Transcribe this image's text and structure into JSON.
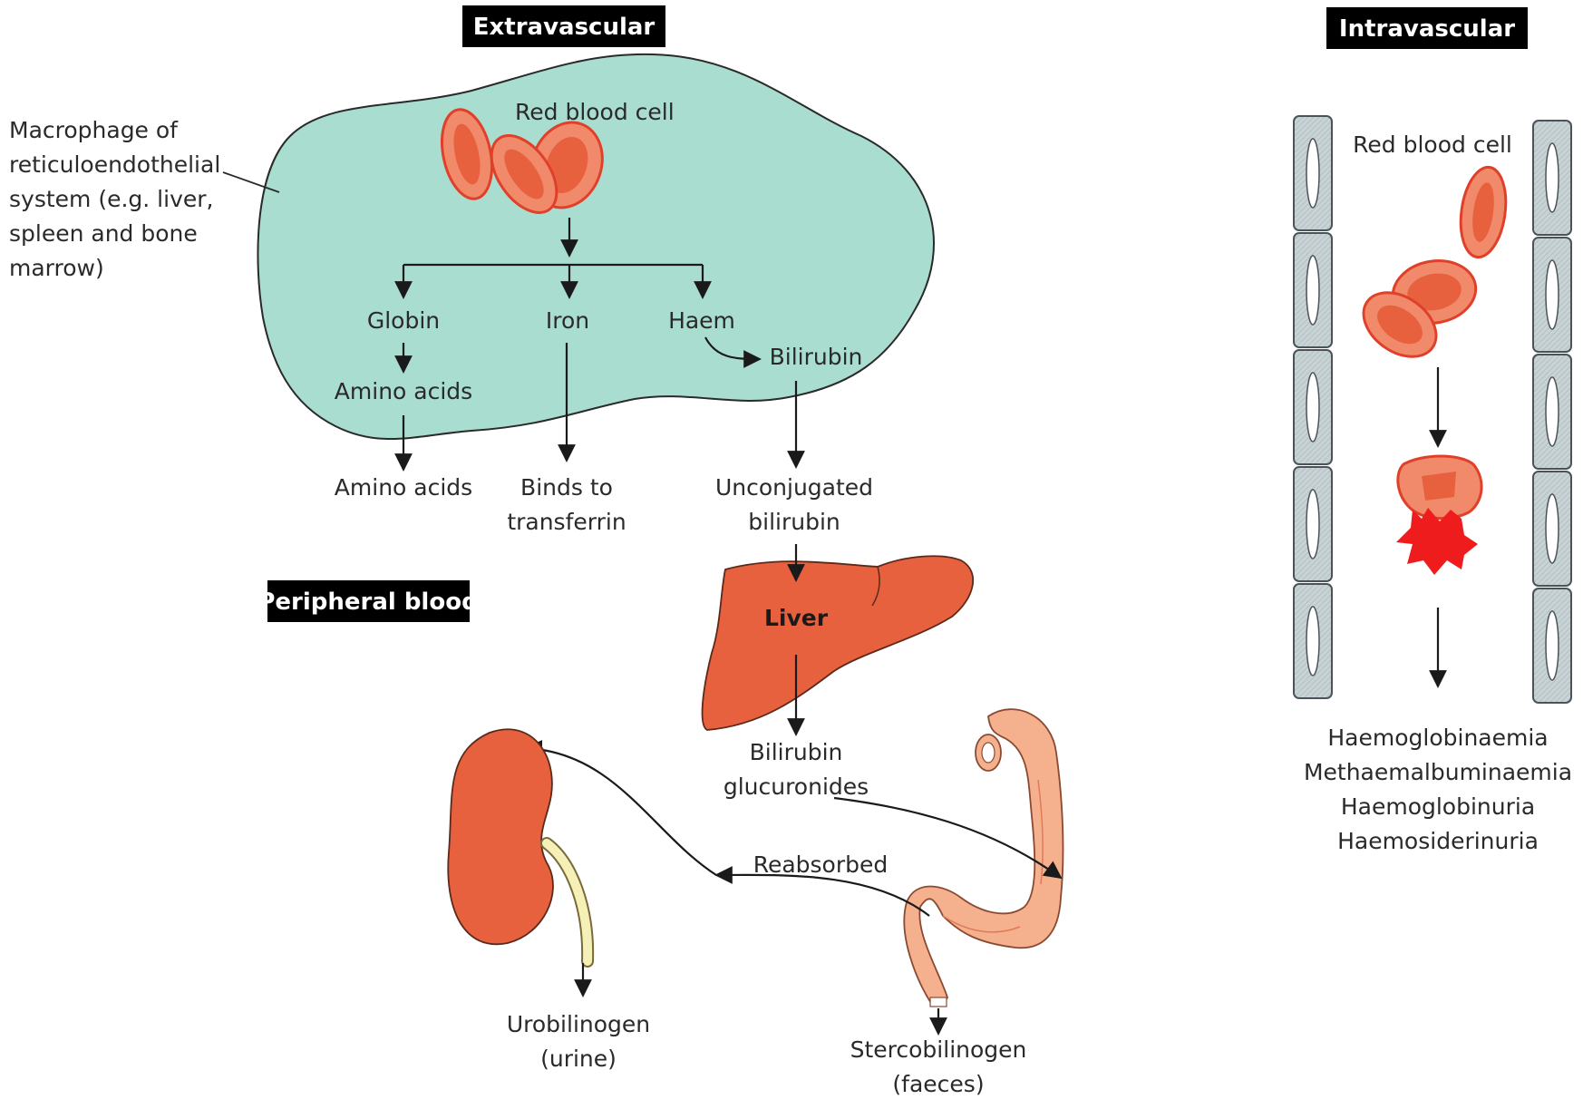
{
  "headers": {
    "extravascular": "Extravascular",
    "intravascular": "Intravascular",
    "peripheral_blood": "Peripheral blood"
  },
  "macrophage_label": [
    "Macrophage of",
    "reticuloendothelial",
    "system (e.g. liver,",
    "spleen and bone",
    "marrow)"
  ],
  "extravascular": {
    "red_blood_cell": "Red blood cell",
    "globin": "Globin",
    "iron": "Iron",
    "haem": "Haem",
    "amino_acids_inner": "Amino acids",
    "bilirubin": "Bilirubin",
    "amino_acids_outer": "Amino acids",
    "binds_to": [
      "Binds to",
      "transferrin"
    ],
    "unconjugated": [
      "Unconjugated",
      "bilirubin"
    ]
  },
  "liver": "Liver",
  "bilirubin_glucuronides": [
    "Bilirubin",
    "glucuronides"
  ],
  "reabsorbed": "Reabsorbed",
  "urobilinogen": [
    "Urobilinogen",
    "(urine)"
  ],
  "stercobilinogen": [
    "Stercobilinogen",
    "(faeces)"
  ],
  "intravascular": {
    "red_blood_cell": "Red blood cell",
    "outcomes": [
      "Haemoglobinaemia",
      "Methaemalbuminaemia",
      "Haemoglobinuria",
      "Haemosiderinuria"
    ]
  },
  "colors": {
    "macrophage_fill": "#a8ddd0",
    "rbc_fill": "#f08a6a",
    "rbc_edge": "#e0402a",
    "organ_fill": "#e8613e",
    "colon_fill": "#f5b08e",
    "vessel_fill": "#c9d3d6",
    "header_bg": "#000000",
    "lysis_red": "#ee1c1c"
  }
}
